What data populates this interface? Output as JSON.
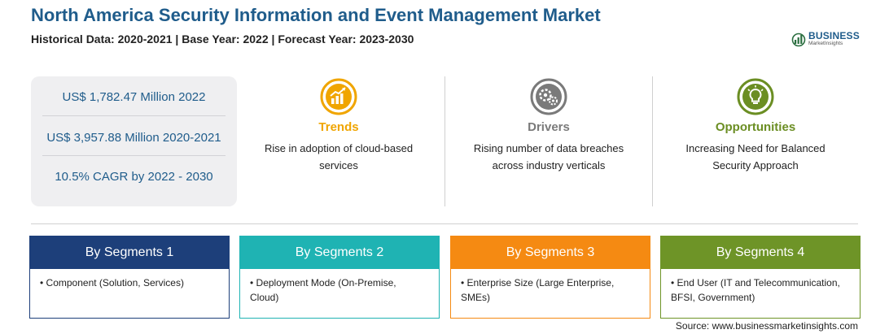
{
  "header": {
    "title": "North America Security Information and Event Management Market",
    "subtitle": "Historical Data: 2020-2021 | Base Year: 2022 | Forecast Year: 2023-2030"
  },
  "logo": {
    "main": "BUSINESS",
    "sub": "MarketInsights"
  },
  "stats": [
    "US$ 1,782.47 Million 2022",
    "US$ 3,957.88 Million 2020-2021",
    "10.5% CAGR by 2022 - 2030"
  ],
  "factors": [
    {
      "label": "Trends",
      "desc_line1": "Rise in adoption of cloud-based",
      "desc_line2": "services",
      "color": "#f0a500",
      "icon": "growth-chart-icon"
    },
    {
      "label": "Drivers",
      "desc_line1": "Rising number of data breaches",
      "desc_line2": "across industry verticals",
      "color": "#7a7a7a",
      "icon": "gears-icon"
    },
    {
      "label": "Opportunities",
      "desc_line1": "Increasing Need for Balanced",
      "desc_line2": "Security Approach",
      "color": "#6b8e23",
      "icon": "lightbulb-icon"
    }
  ],
  "segments": [
    {
      "title": "By Segments 1",
      "line1": "• Component (Solution, Services)",
      "line2": "",
      "color": "#1d3f7a"
    },
    {
      "title": "By Segments 2",
      "line1": "• Deployment Mode (On-Premise,",
      "line2": "Cloud)",
      "color": "#1fb3b3"
    },
    {
      "title": "By Segments 3",
      "line1": "• Enterprise Size (Large Enterprise,",
      "line2": "SMEs)",
      "color": "#f58a12"
    },
    {
      "title": "By Segments 4",
      "line1": "• End User (IT and Telecommunication,",
      "line2": "BFSI, Government)",
      "color": "#6e9427"
    }
  ],
  "source": "Source: www.businessmarketinsights.com"
}
